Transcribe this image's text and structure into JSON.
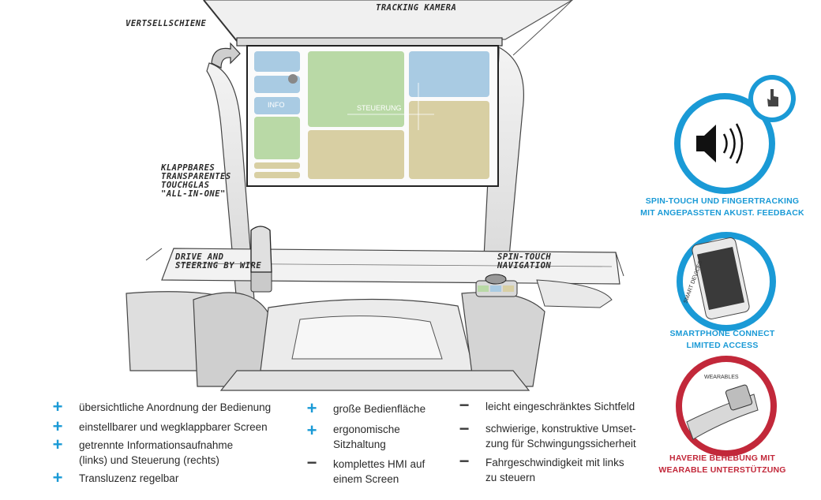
{
  "annotations": {
    "tracking_camera": "TRACKING KAMERA",
    "rail": "VERTSELLSCHIENE",
    "touchglass": "KLAPPBARES\nTRANSPARENTES\nTOUCHGLAS\n\"ALL-IN-ONE\"",
    "drive_by_wire": "DRIVE AND\nSTEERING BY WIRE",
    "spin_touch": "SPIN-TOUCH\nNAVIGATION"
  },
  "screen": {
    "info_label": "INFO",
    "steering_label": "STEUERUNG",
    "colors": {
      "blue": "#a9cbe3",
      "green": "#b9d9a6",
      "tan": "#d8cfa3"
    }
  },
  "features": [
    {
      "caption_line1": "SPIN-TOUCH UND FINGERTRACKING",
      "caption_line2": "MIT ANGEPASSTEN AKUST. FEEDBACK",
      "icon": "speaker-icon"
    },
    {
      "caption_line1": "SMARTPHONE CONNECT",
      "caption_line2": "LIMITED ACCESS",
      "icon": "smartphone-icon",
      "device_label": "SMART DEVICES"
    },
    {
      "caption_line1": "HAVERIE BEHEBUNG MIT",
      "caption_line2": "WEARABLE UNTERSTÜTZUNG",
      "icon": "wearable-icon",
      "device_label": "WEARABLES"
    }
  ],
  "accent_colors": {
    "blue": "#1a9ad6",
    "red": "#c2283a"
  },
  "pros_cons": {
    "col1": [
      {
        "sign": "+",
        "text": "übersichtliche Anordnung der Bedienung"
      },
      {
        "sign": "+",
        "text": "einstellbarer und wegklappbarer Screen"
      },
      {
        "sign": "+",
        "text": "getrennte Informationsaufnahme",
        "text2": "(links) und Steuerung (rechts)"
      },
      {
        "sign": "+",
        "text": "Transluzenz regelbar"
      }
    ],
    "col2": [
      {
        "sign": "+",
        "text": "große Bedienfläche"
      },
      {
        "sign": "+",
        "text": "ergonomische",
        "text2": "Sitzhaltung"
      },
      {
        "sign": "−",
        "text": "komplettes HMI auf",
        "text2": "einem Screen"
      }
    ],
    "col3": [
      {
        "sign": "−",
        "text": "leicht eingeschränktes Sichtfeld"
      },
      {
        "sign": "−",
        "text": "schwierige, konstruktive Umset-",
        "text2": "zung für Schwingungssicherheit"
      },
      {
        "sign": "−",
        "text": "Fahrgeschwindigkeit mit links",
        "text2": "zu steuern"
      }
    ]
  }
}
